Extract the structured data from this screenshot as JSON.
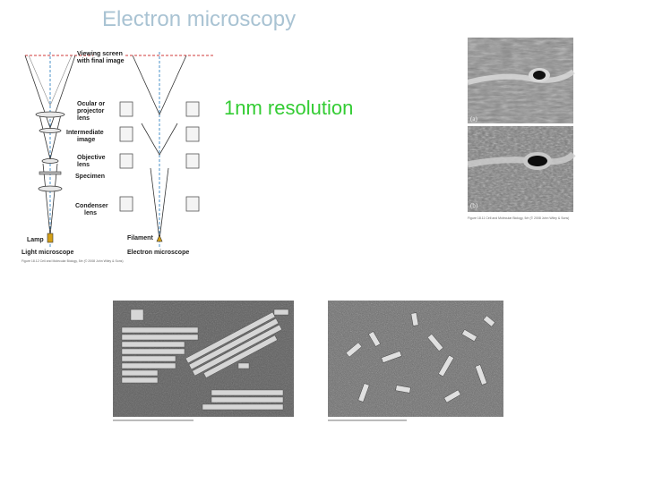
{
  "slide": {
    "title": "Electron microscopy",
    "resolution_text": "1nm resolution"
  },
  "diagram": {
    "labels": {
      "viewing_screen": "Viewing screen",
      "viewing_screen_2": "with final image",
      "ocular": "Ocular or",
      "ocular_2": "projector",
      "ocular_3": "lens",
      "intermediate": "Intermediate",
      "intermediate_2": "image",
      "objective": "Objective",
      "objective_2": "lens",
      "specimen": "Specimen",
      "condenser": "Condenser",
      "condenser_2": "lens",
      "lamp": "Lamp",
      "filament": "Filament",
      "light_microscope": "Light microscope",
      "electron_microscope": "Electron microscope"
    },
    "caption": "Figure 18.12 Cell and Molecular Biology, 5/e (© 2008 John Wiley & Sons)"
  },
  "micrograph_top_right": {
    "label_a": "(a)",
    "label_b": "(b)",
    "caption": "Figure 18.11 Cell and Molecular Biology, 5/e (© 2008 John Wiley & Sons)"
  },
  "colors": {
    "title": "#a9c3d3",
    "resolution": "#33cc33",
    "diagram_red": "#d23a3a",
    "diagram_blue": "#4a90c8"
  }
}
